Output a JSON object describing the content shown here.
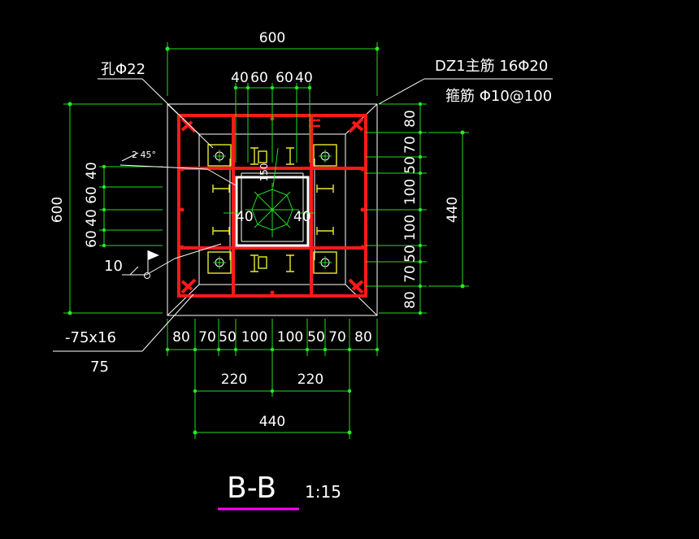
{
  "labels": {
    "hole": "孔Φ22",
    "main_bar": "DZ1主筋 16Φ20",
    "stirrup": "箍筋 Φ10@100",
    "plate": "-75x16",
    "plate_width": "75",
    "weld": "10",
    "angle": "2 45°",
    "center_dim": "150",
    "inner_left": "40",
    "inner_right": "40",
    "title": "B-B",
    "scale": "1:15"
  },
  "dims": {
    "top_total": "600",
    "top_parts": [
      "40",
      "60",
      "60",
      "40"
    ],
    "left_total": "600",
    "left_parts": [
      "40",
      "60",
      "40",
      "60",
      "40"
    ],
    "right_parts": [
      "80",
      "70",
      "50",
      "100",
      "100",
      "50",
      "70",
      "80"
    ],
    "right_total": "440",
    "bottom_parts": [
      "80",
      "70",
      "50",
      "100",
      "100",
      "50",
      "70",
      "80"
    ],
    "bottom_mid": [
      "220",
      "220"
    ],
    "bottom_total": "440"
  },
  "colors": {
    "dimension": "#22dd22",
    "rebar": "#ff1a1a",
    "steel": "#eaea30",
    "title_underline": "#ff00ff"
  }
}
